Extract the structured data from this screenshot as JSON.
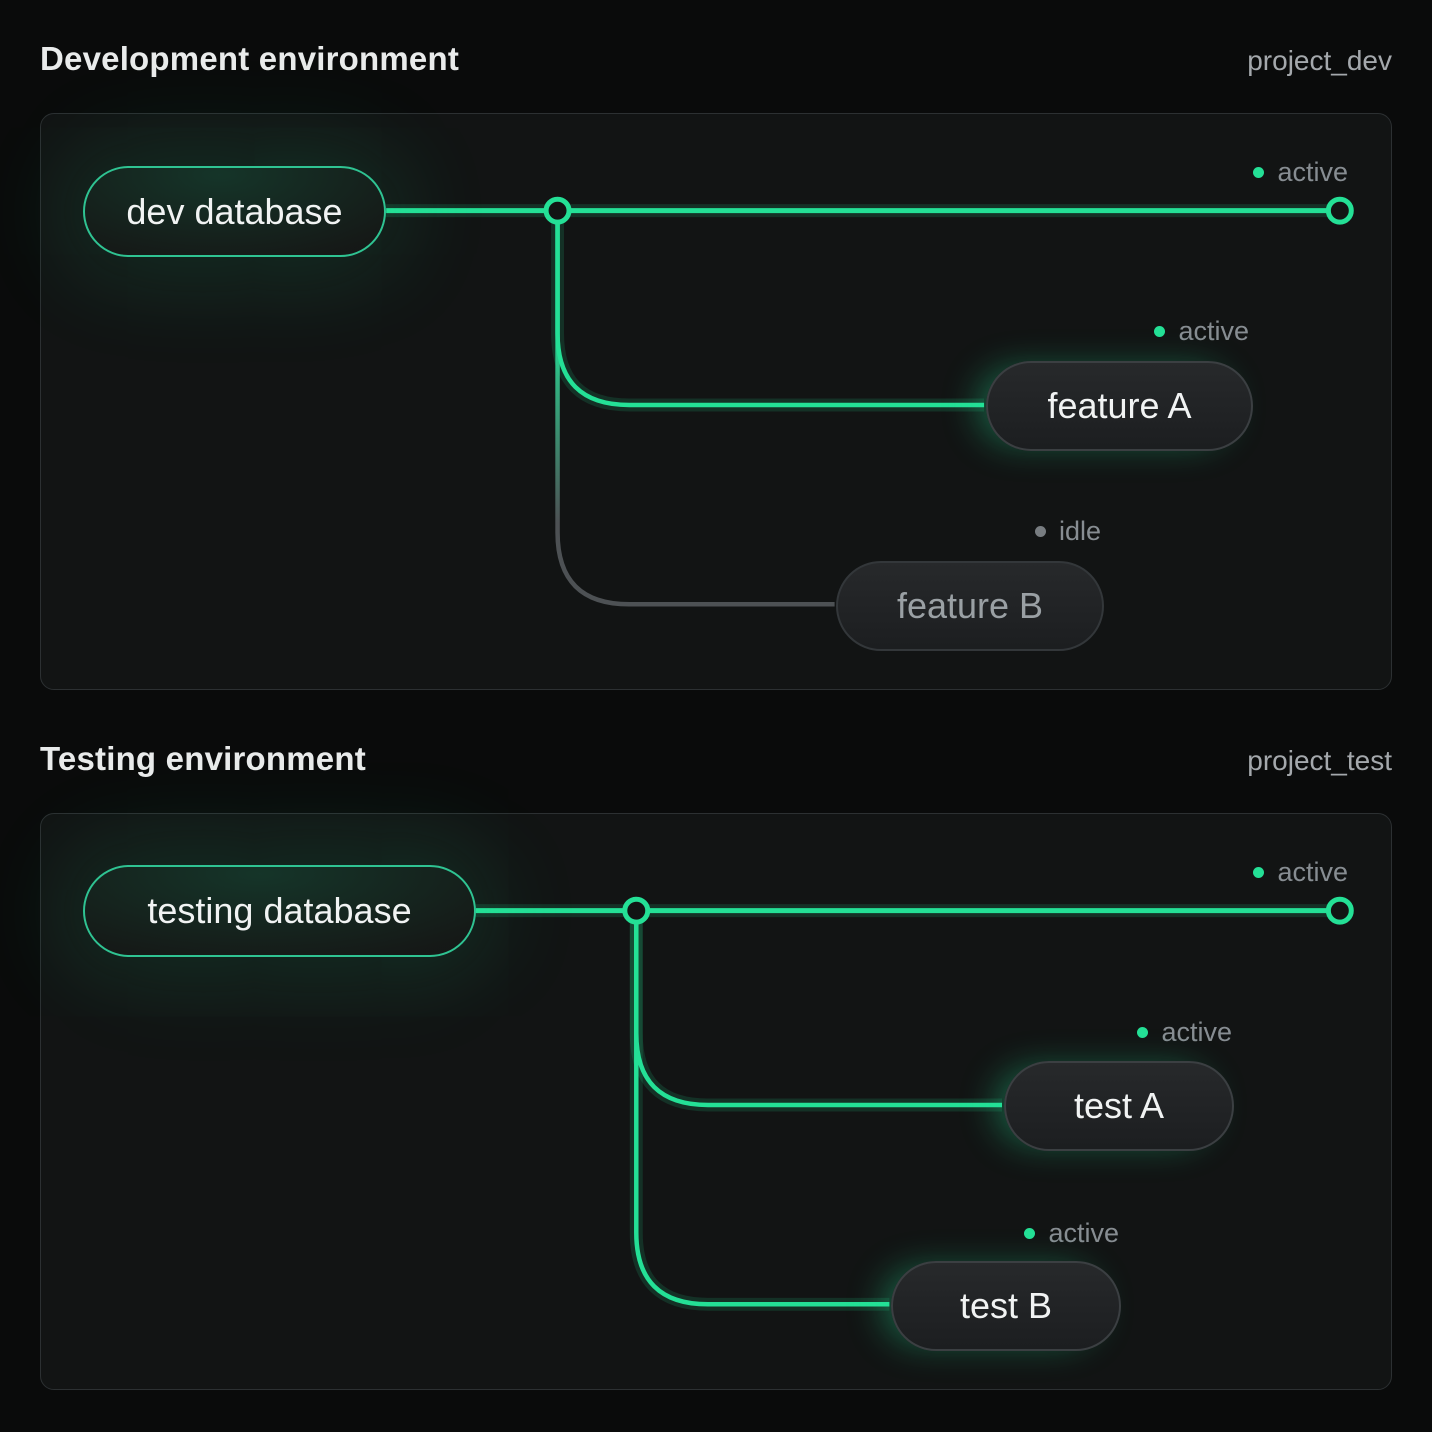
{
  "colors": {
    "accent_green": "#24e096",
    "idle_gray": "#787d81",
    "status_text_gray": "#878d92",
    "page_background": "#0a0b0b",
    "panel_background": "#121414"
  },
  "sections": [
    {
      "title": "Development environment",
      "project": "project_dev",
      "database": {
        "label": "dev database"
      },
      "main_branch": {
        "status": "active",
        "dot_color": "#24e096"
      },
      "branches": [
        {
          "label": "feature A",
          "status": "active",
          "dot_color": "#24e096",
          "label_color": "#f1f3f3"
        },
        {
          "label": "feature B",
          "status": "idle",
          "dot_color": "#787d81",
          "label_color": "#9aa0a4"
        }
      ]
    },
    {
      "title": "Testing environment",
      "project": "project_test",
      "database": {
        "label": "testing database"
      },
      "main_branch": {
        "status": "active",
        "dot_color": "#24e096"
      },
      "branches": [
        {
          "label": "test A",
          "status": "active",
          "dot_color": "#24e096",
          "label_color": "#f1f3f3"
        },
        {
          "label": "test B",
          "status": "active",
          "dot_color": "#24e096",
          "label_color": "#f1f3f3"
        }
      ]
    }
  ]
}
